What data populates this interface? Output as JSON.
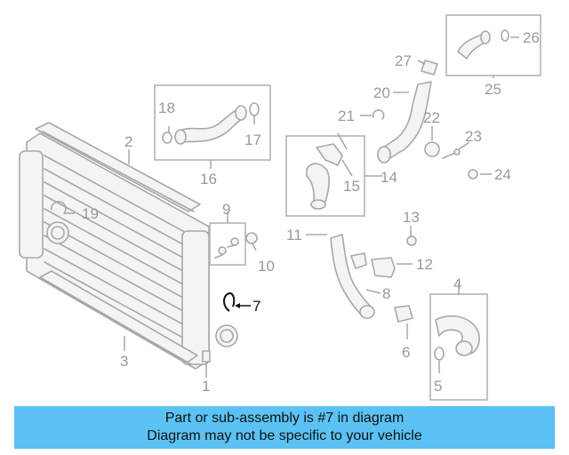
{
  "diagram": {
    "labels": {
      "p1": "1",
      "p2": "2",
      "p3": "3",
      "p4": "4",
      "p5": "5",
      "p6": "6",
      "p7": "7",
      "p8": "8",
      "p9": "9",
      "p10": "10",
      "p11": "11",
      "p12": "12",
      "p13": "13",
      "p14": "14",
      "p15": "15",
      "p16": "16",
      "p17": "17",
      "p18": "18",
      "p19": "19",
      "p20": "20",
      "p21": "21",
      "p22": "22",
      "p23": "23",
      "p24": "24",
      "p25": "25",
      "p26": "26",
      "p27": "27"
    },
    "highlight_part": "7",
    "colors": {
      "parts": "#a8a8a8",
      "labels": "#9a9a9a",
      "highlight": "#111111",
      "banner": "#5bc2f3"
    }
  },
  "banner": {
    "line1": "Part or sub-assembly is #7 in diagram",
    "line2": "Diagram may not be specific to your vehicle"
  }
}
